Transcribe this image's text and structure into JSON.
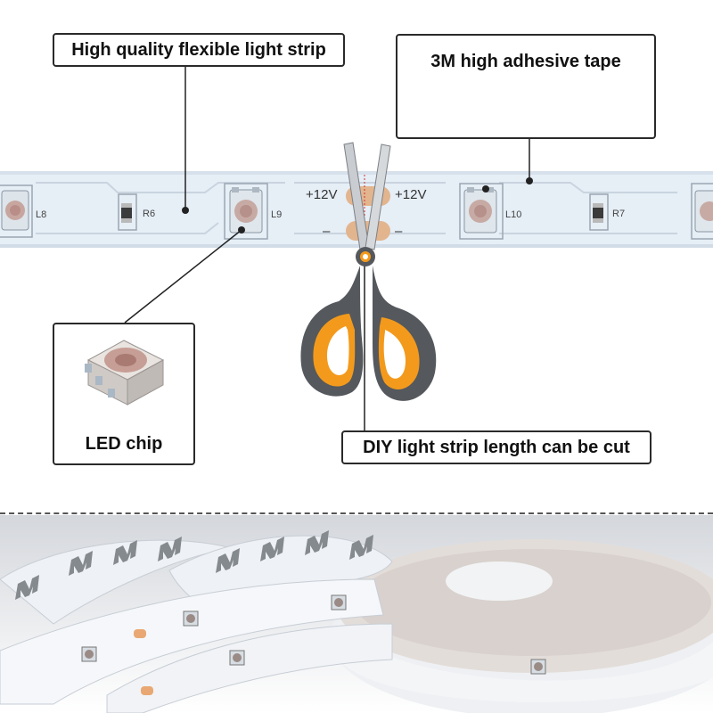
{
  "labels": {
    "strip": "High quality flexible light strip",
    "tape": "3M high adhesive tape",
    "led": "LED chip",
    "cut": "DIY light strip length can be cut"
  },
  "strip_markings": {
    "voltage_left": "+12V",
    "voltage_right": "+12V",
    "minus_left": "–",
    "minus_right": "–",
    "l8": "L8",
    "l9": "L9",
    "l10": "L10",
    "r6": "R6",
    "r7": "R7"
  },
  "colors": {
    "strip": "#e8eff6",
    "scissors_orange": "#f39a1c",
    "scissors_grey": "#55585c",
    "tape_mark": "#7d8286"
  }
}
